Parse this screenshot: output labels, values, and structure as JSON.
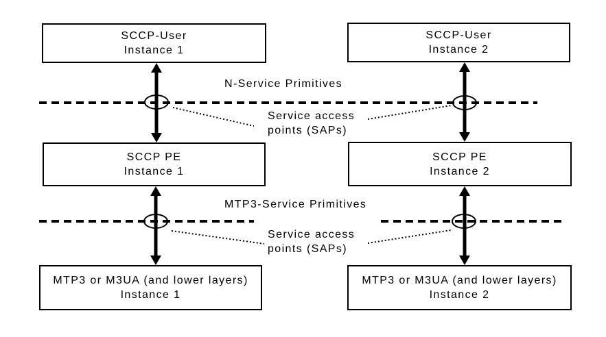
{
  "diagram": {
    "boxes": [
      {
        "line1": "SCCP-User",
        "line2": "Instance 1"
      },
      {
        "line1": "SCCP-User",
        "line2": "Instance 2"
      },
      {
        "line1": "SCCP PE",
        "line2": "Instance 1"
      },
      {
        "line1": "SCCP PE",
        "line2": "Instance 2"
      },
      {
        "line1": "MTP3 or M3UA (and lower layers)",
        "line2": "Instance 1"
      },
      {
        "line1": "MTP3 or M3UA (and lower layers)",
        "line2": "Instance 2"
      }
    ],
    "annotations": {
      "n_service_primitives": "N-Service Primitives",
      "mtp3_service_primitives": "MTP3-Service Primitives",
      "sap_line1": "Service access",
      "sap_line2": "points (SAPs)"
    },
    "colors": {
      "line": "#000000",
      "background": "#ffffff"
    }
  }
}
